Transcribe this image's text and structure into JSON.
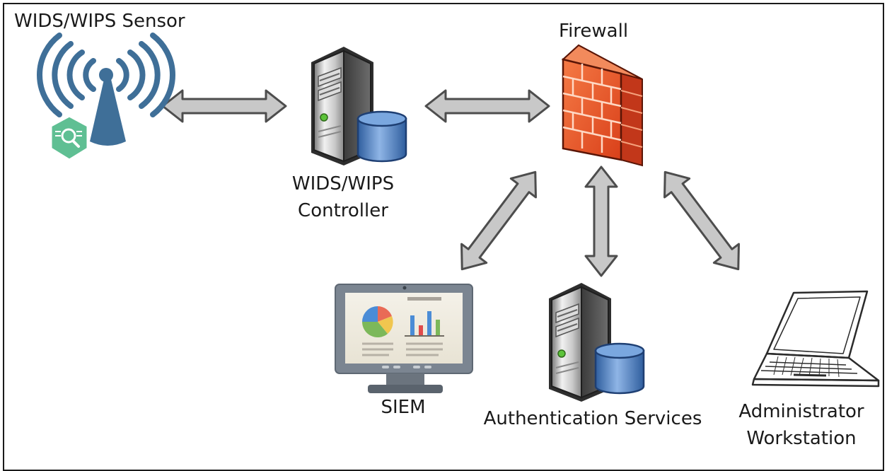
{
  "nodes": {
    "sensor": {
      "label": "WIDS/WIPS Sensor",
      "icon": "wireless-sensor-icon"
    },
    "controller": {
      "label_line1": "WIDS/WIPS",
      "label_line2": "Controller",
      "icon": "server-database-icon"
    },
    "firewall": {
      "label": "Firewall",
      "icon": "firewall-brick-icon"
    },
    "siem": {
      "label": "SIEM",
      "icon": "monitor-dashboard-icon"
    },
    "auth": {
      "label": "Authentication Services",
      "icon": "server-database-icon"
    },
    "admin": {
      "label_line1": "Administrator",
      "label_line2": "Workstation",
      "icon": "laptop-icon"
    }
  },
  "connections": [
    {
      "from": "WIDS/WIPS Sensor",
      "to": "WIDS/WIPS Controller",
      "style": "bidirectional"
    },
    {
      "from": "WIDS/WIPS Controller",
      "to": "Firewall",
      "style": "bidirectional"
    },
    {
      "from": "Firewall",
      "to": "SIEM",
      "style": "bidirectional"
    },
    {
      "from": "Firewall",
      "to": "Authentication Services",
      "style": "bidirectional"
    },
    {
      "from": "Firewall",
      "to": "Administrator Workstation",
      "style": "bidirectional"
    }
  ],
  "colors": {
    "sensor_blue": "#3f6f98",
    "sensor_hex": "#5fbf93",
    "arrow_fill": "#c8c8c8",
    "arrow_stroke": "#4d4d4d",
    "firewall_red": "#ee5a2a",
    "db_blue": "#5b8ac6"
  }
}
